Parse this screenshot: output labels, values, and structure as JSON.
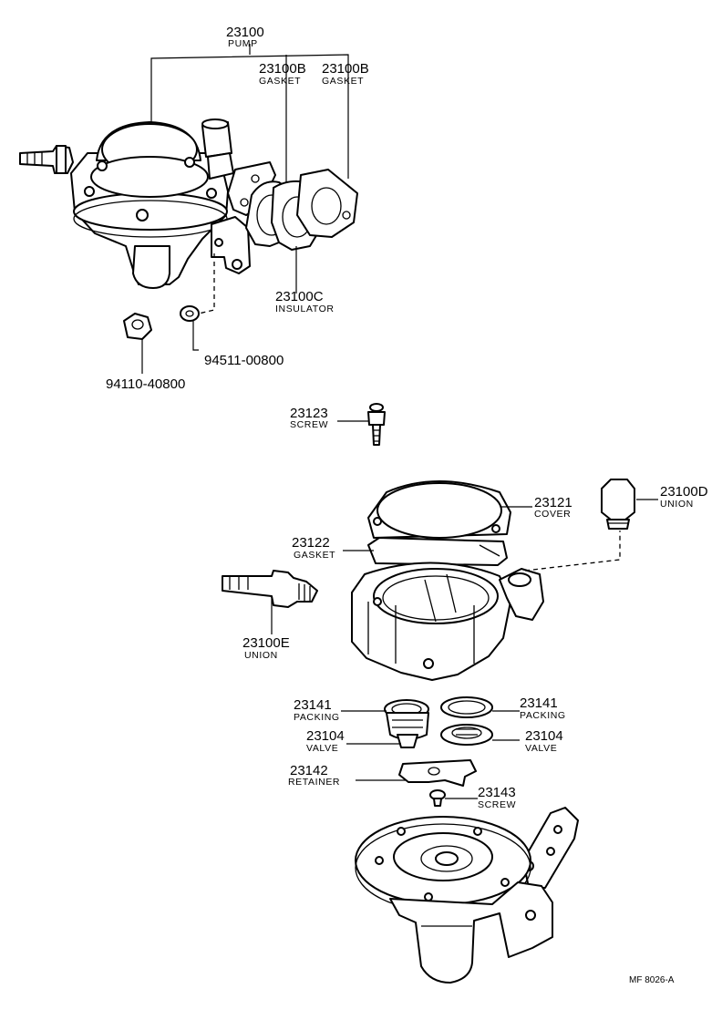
{
  "labels": {
    "pump": {
      "number": "23100",
      "name": "PUMP"
    },
    "gasket_b1": {
      "number": "23100B",
      "name": "GASKET"
    },
    "gasket_b2": {
      "number": "23100B",
      "name": "GASKET"
    },
    "insulator": {
      "number": "23100C",
      "name": "INSULATOR"
    },
    "washer": {
      "number": "94511-00800"
    },
    "nut": {
      "number": "94110-40800"
    },
    "screw_top": {
      "number": "23123",
      "name": "SCREW"
    },
    "cover": {
      "number": "23121",
      "name": "COVER"
    },
    "union_d": {
      "number": "23100D",
      "name": "UNION"
    },
    "gasket_cover": {
      "number": "23122",
      "name": "GASKET"
    },
    "union_e": {
      "number": "23100E",
      "name": "UNION"
    },
    "packing_l": {
      "number": "23141",
      "name": "PACKING"
    },
    "packing_r": {
      "number": "23141",
      "name": "PACKING"
    },
    "valve_l": {
      "number": "23104",
      "name": "VALVE"
    },
    "valve_r": {
      "number": "23104",
      "name": "VALVE"
    },
    "retainer": {
      "number": "23142",
      "name": "RETAINER"
    },
    "screw_bottom": {
      "number": "23143",
      "name": "SCREW"
    }
  },
  "figure_code": "MF 8026-A"
}
